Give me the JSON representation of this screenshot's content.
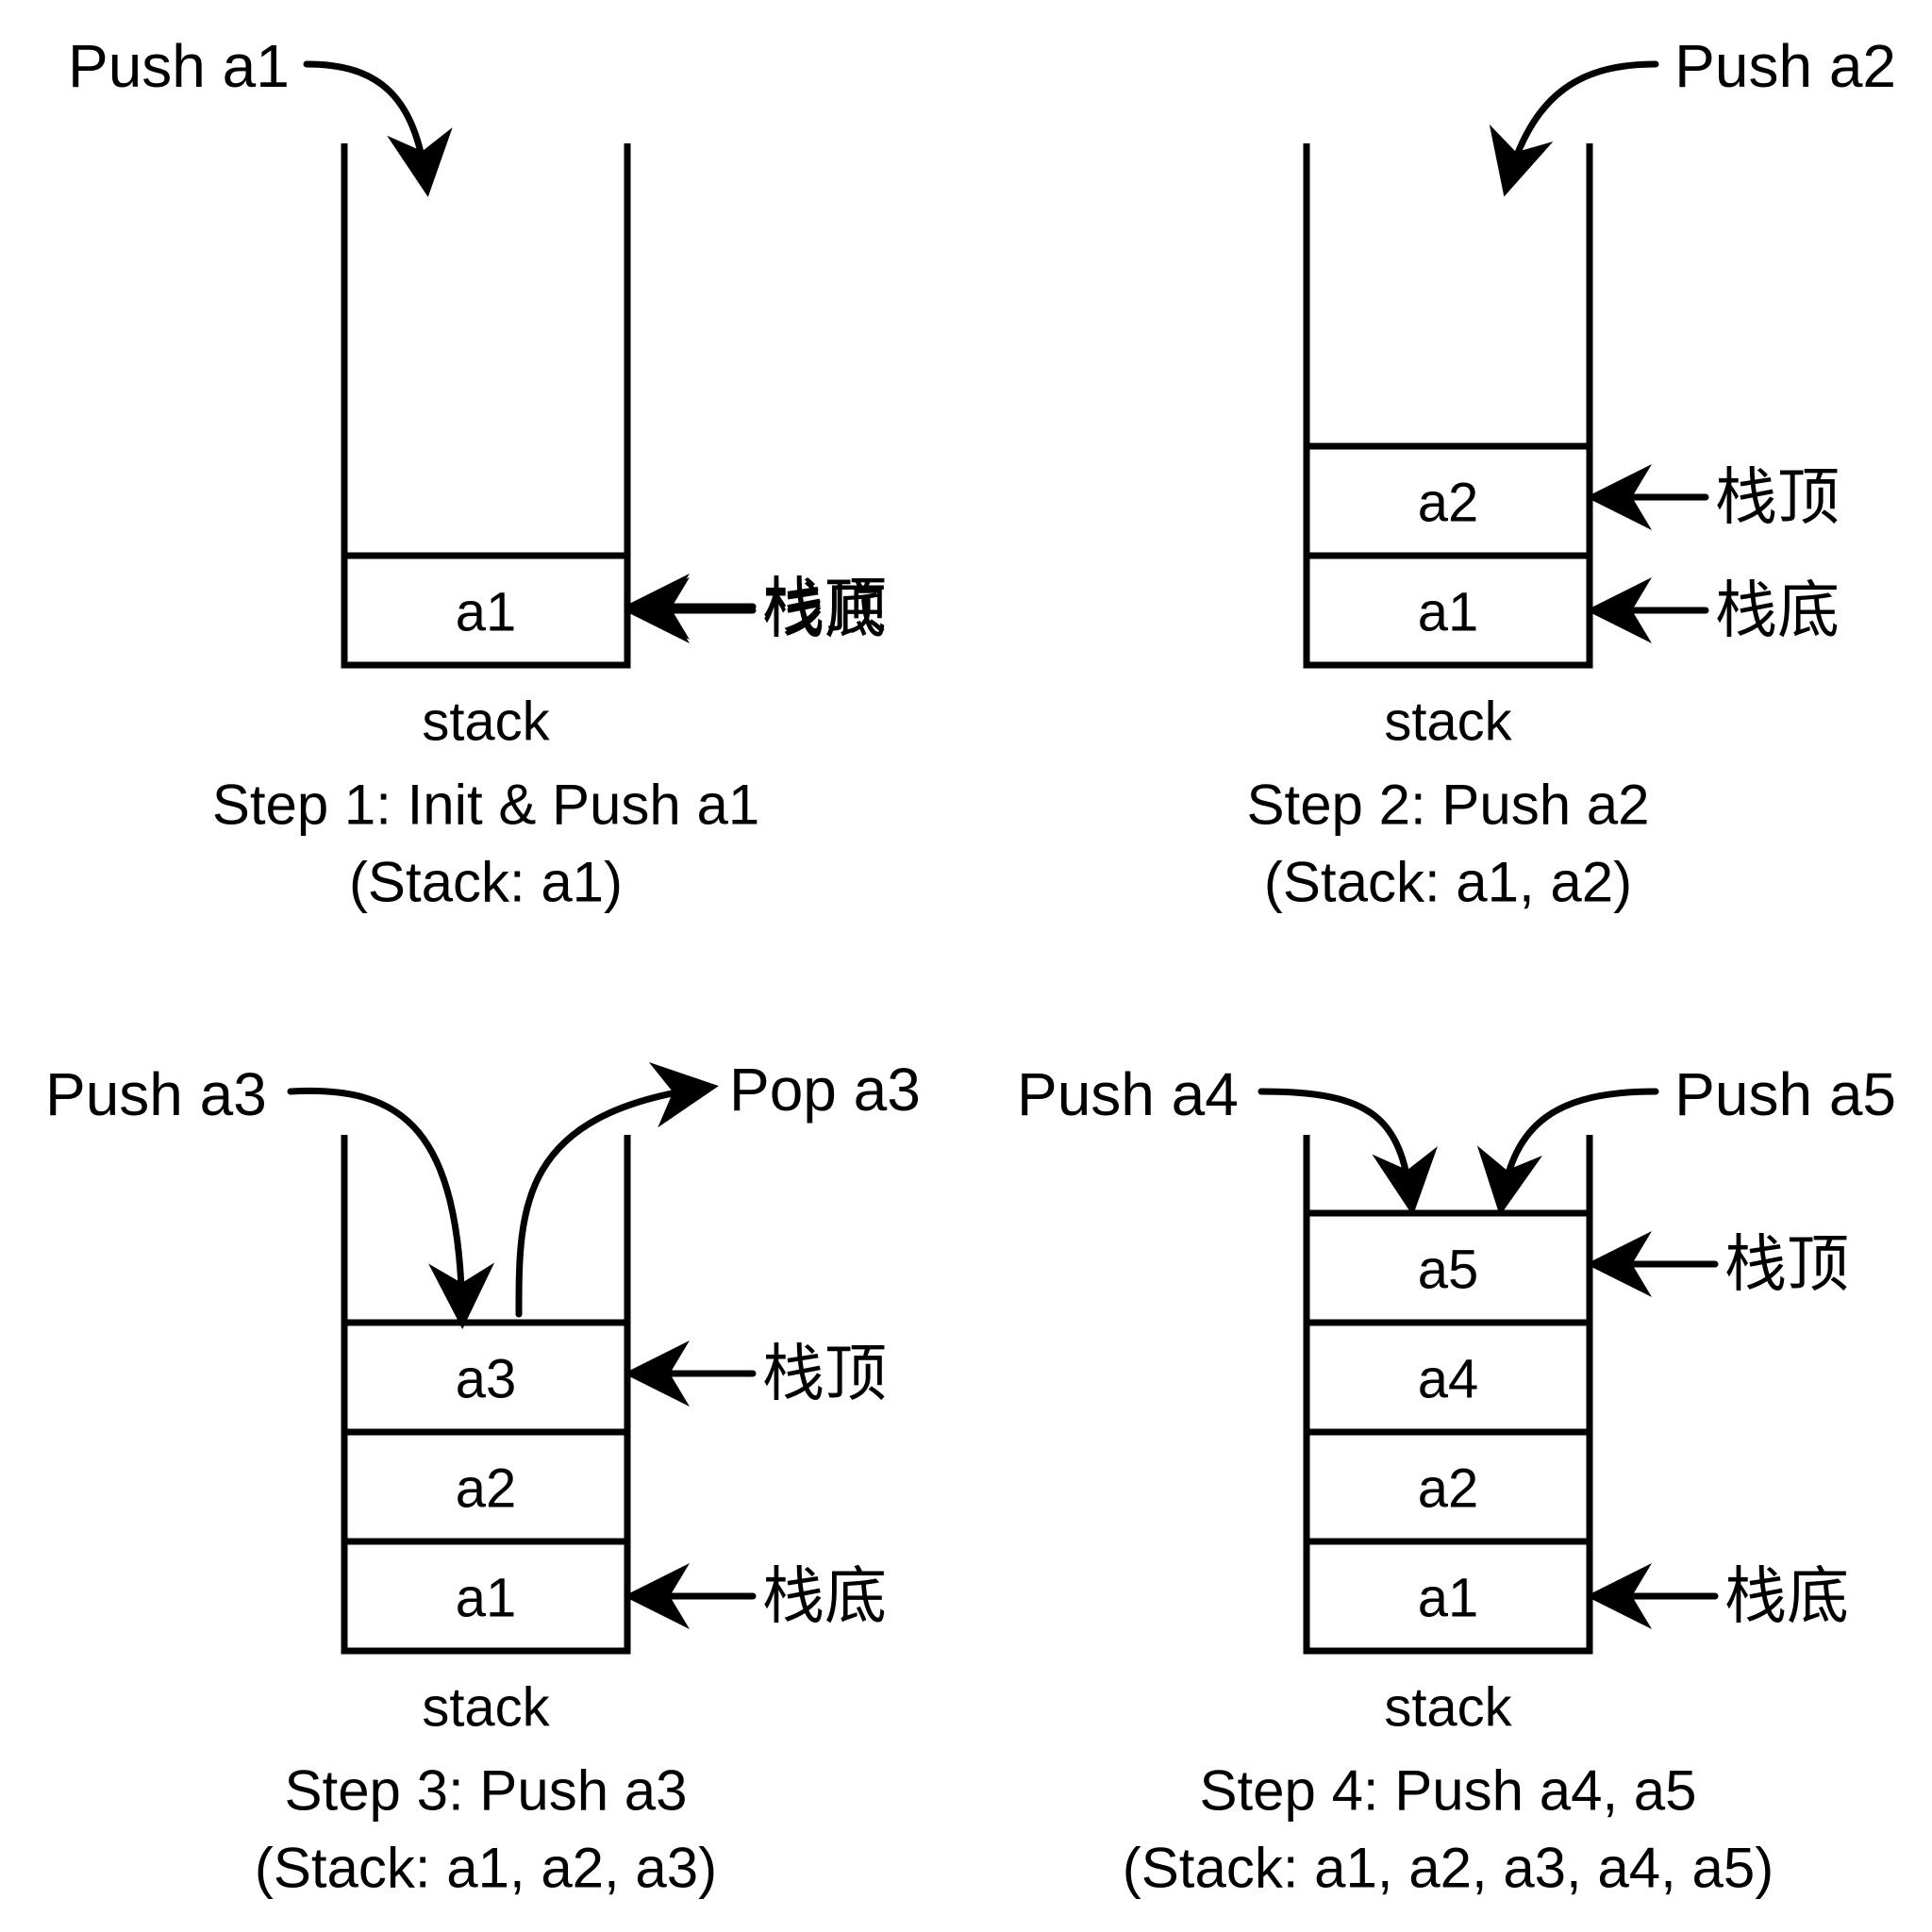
{
  "colors": {
    "ink": "#000000",
    "background": "#ffffff"
  },
  "stack_caption": "stack",
  "pointer_labels": {
    "top": "栈顶",
    "bottom": "栈底"
  },
  "panels": [
    {
      "step": "Step 1: Init & Push a1",
      "contents": "(Stack: a1)",
      "cells_top_to_bottom": [
        "a1"
      ],
      "operations": [
        "Push a1"
      ]
    },
    {
      "step": "Step 2: Push a2",
      "contents": "(Stack: a1, a2)",
      "cells_top_to_bottom": [
        "a2",
        "a1"
      ],
      "operations": [
        "Push a2"
      ]
    },
    {
      "step": "Step 3: Push a3",
      "contents": "(Stack: a1, a2, a3)",
      "cells_top_to_bottom": [
        "a3",
        "a2",
        "a1"
      ],
      "operations": [
        "Push a3",
        "Pop a3"
      ]
    },
    {
      "step": "Step 4: Push a4, a5",
      "contents": "(Stack: a1, a2, a3, a4, a5)",
      "cells_top_to_bottom": [
        "a5",
        "a4",
        "a2",
        "a1"
      ],
      "operations": [
        "Push a4",
        "Push a5"
      ]
    }
  ]
}
